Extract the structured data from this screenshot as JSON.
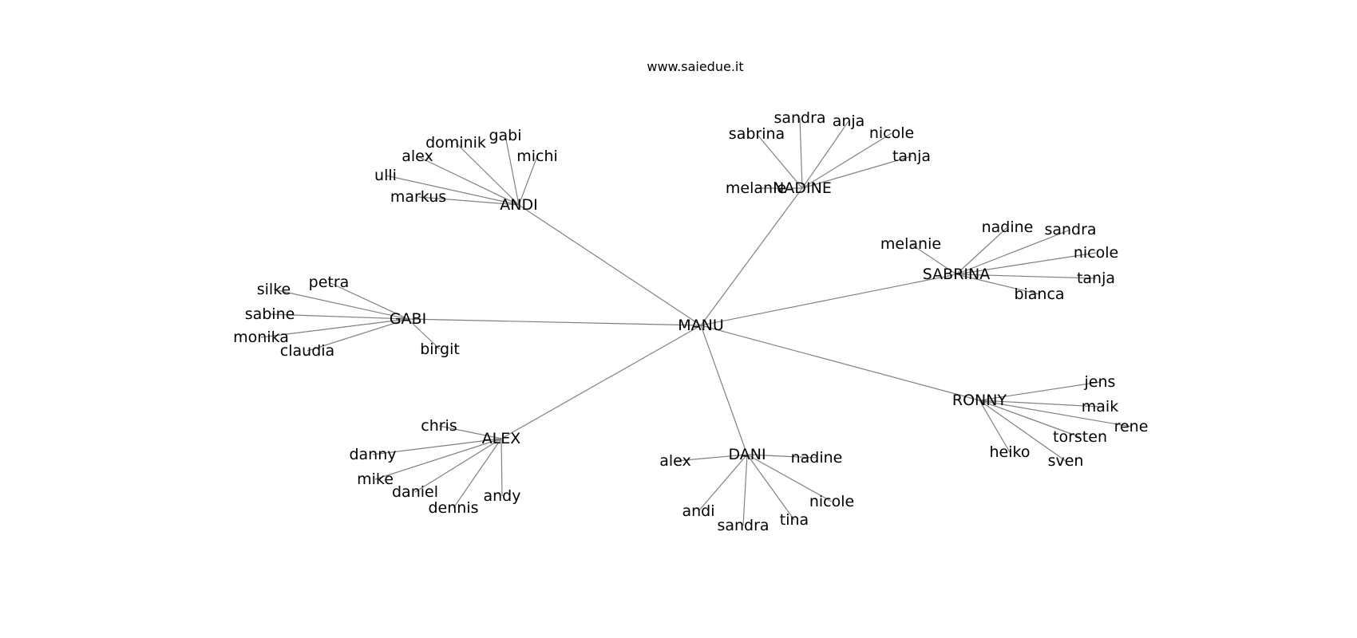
{
  "title": "www.saiedue.it",
  "center": "MANU",
  "hubs": [
    {
      "name": "ANDI",
      "leaves": [
        "markus",
        "ulli",
        "alex",
        "dominik",
        "gabi",
        "michi"
      ]
    },
    {
      "name": "NADINE",
      "leaves": [
        "melanie",
        "sabrina",
        "sandra",
        "anja",
        "nicole",
        "tanja"
      ]
    },
    {
      "name": "SABRINA",
      "leaves": [
        "melanie",
        "nadine",
        "sandra",
        "nicole",
        "tanja",
        "bianca"
      ]
    },
    {
      "name": "GABI",
      "leaves": [
        "petra",
        "silke",
        "sabine",
        "monika",
        "claudia",
        "birgit"
      ]
    },
    {
      "name": "RONNY",
      "leaves": [
        "jens",
        "maik",
        "rene",
        "torsten",
        "sven",
        "heiko"
      ]
    },
    {
      "name": "ALEX",
      "leaves": [
        "chris",
        "danny",
        "mike",
        "daniel",
        "dennis",
        "andy"
      ]
    },
    {
      "name": "DANI",
      "leaves": [
        "alex",
        "nadine",
        "nicole",
        "tina",
        "sandra",
        "andi"
      ]
    }
  ]
}
